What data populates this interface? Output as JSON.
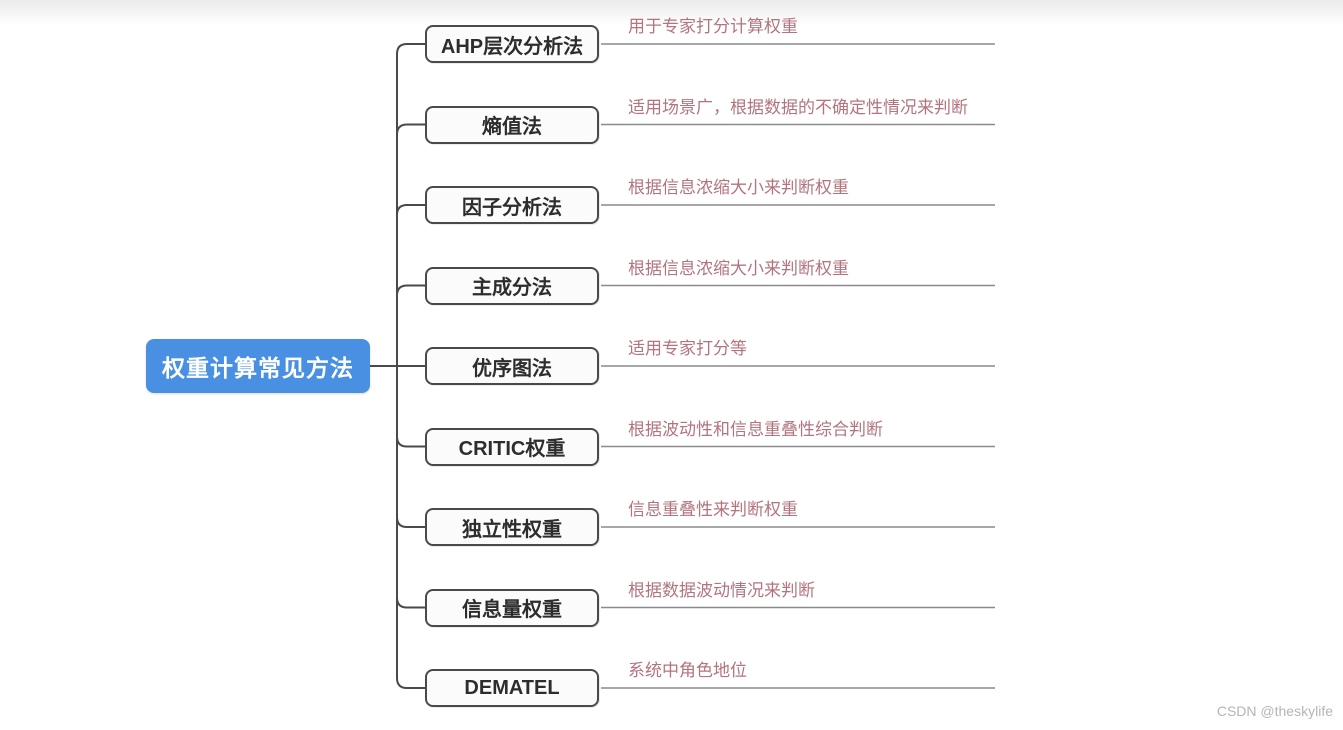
{
  "root": {
    "label": "权重计算常见方法"
  },
  "branches": [
    {
      "label": "AHP层次分析法",
      "desc": "用于专家打分计算权重"
    },
    {
      "label": "熵值法",
      "desc": "适用场景广，根据数据的不确定性情况来判断"
    },
    {
      "label": "因子分析法",
      "desc": "根据信息浓缩大小来判断权重"
    },
    {
      "label": "主成分法",
      "desc": "根据信息浓缩大小来判断权重"
    },
    {
      "label": "优序图法",
      "desc": "适用专家打分等"
    },
    {
      "label": "CRITIC权重",
      "desc": "根据波动性和信息重叠性综合判断"
    },
    {
      "label": "独立性权重",
      "desc": "信息重叠性来判断权重"
    },
    {
      "label": "信息量权重",
      "desc": "根据数据波动情况来判断"
    },
    {
      "label": "DEMATEL",
      "desc": "系统中角色地位"
    }
  ],
  "watermark": "CSDN @theskylife",
  "colors": {
    "root-bg": "#4a90e2",
    "root-text": "#ffffff",
    "node-bg": "#fbfbfb",
    "node-border": "#4a4a4a",
    "node-text": "#2d2d2d",
    "desc-text": "#b3747e",
    "connector": "#4a4a4a",
    "underline": "#8a8a8a",
    "watermark": "#b5b5b5"
  }
}
